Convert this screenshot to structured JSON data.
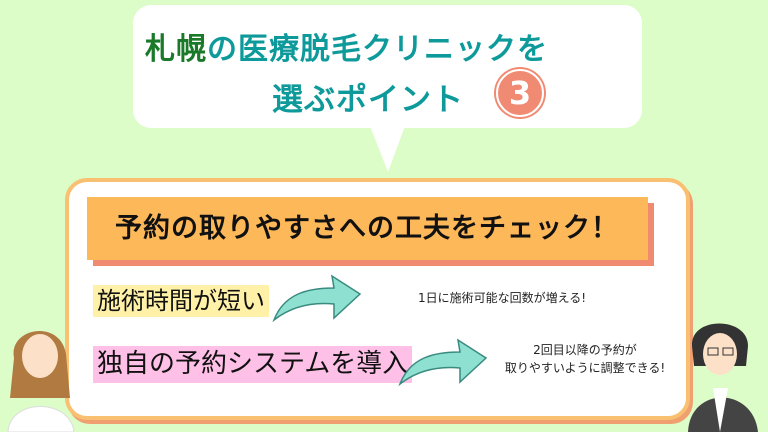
{
  "title": {
    "line1_highlight": "札幌",
    "line1_rest": "の医療脱毛クリニックを",
    "line2": "選ぶポイント",
    "point_number": "3"
  },
  "banner": "予約の取りやすさへの工夫をチェック！",
  "items": [
    {
      "label": "施術時間が短い",
      "result_lines": [
        "1日に施術可能な回数が増える!"
      ]
    },
    {
      "label": "独自の予約システムを導入",
      "result_lines": [
        "2回目以降の予約が",
        "取りやすいように調整できる!"
      ]
    }
  ],
  "colors": {
    "background": "#dcfcc8",
    "teal": "#0e9a9a",
    "green": "#1a7a2a",
    "orange": "#fdb85a",
    "coral": "#f08a72",
    "yellow_highlight": "#fff2a8",
    "pink_highlight": "#ffc0e8",
    "arrow": "#8ee0d0"
  }
}
